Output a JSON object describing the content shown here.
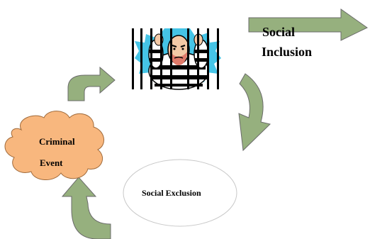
{
  "diagram": {
    "social_inclusion_line1": "Social",
    "social_inclusion_line2": "Inclusion",
    "criminal_event_line1": "Criminal",
    "criminal_event_line2": "Event",
    "social_exclusion": "Social Exclusion"
  },
  "colors": {
    "arrow_fill": "#96b07e",
    "arrow_stroke": "#6b6b6b",
    "cloud_fill": "#f8b77e",
    "cloud_stroke": "#a06a3a",
    "ellipse_stroke": "#c8c8c8",
    "text": "#000000"
  },
  "icons": {
    "prisoner": "prisoner-behind-bars-clipart"
  }
}
